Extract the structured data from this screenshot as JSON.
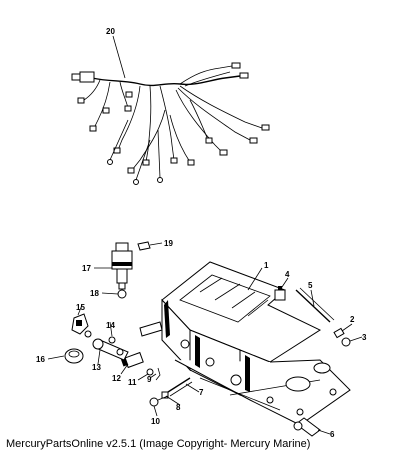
{
  "caption": "MercuryPartsOnline v2.5.1 (Image Copyright- Mercury Marine)",
  "callouts": {
    "c1": "1",
    "c2": "2",
    "c3": "3",
    "c4": "4",
    "c5": "5",
    "c6": "6",
    "c7": "7",
    "c8": "8",
    "c9": "9",
    "c10": "10",
    "c11": "11",
    "c12": "12",
    "c13": "13",
    "c14": "14",
    "c15": "15",
    "c16": "16",
    "c17": "17",
    "c18": "18",
    "c19": "19",
    "c20": "20"
  }
}
